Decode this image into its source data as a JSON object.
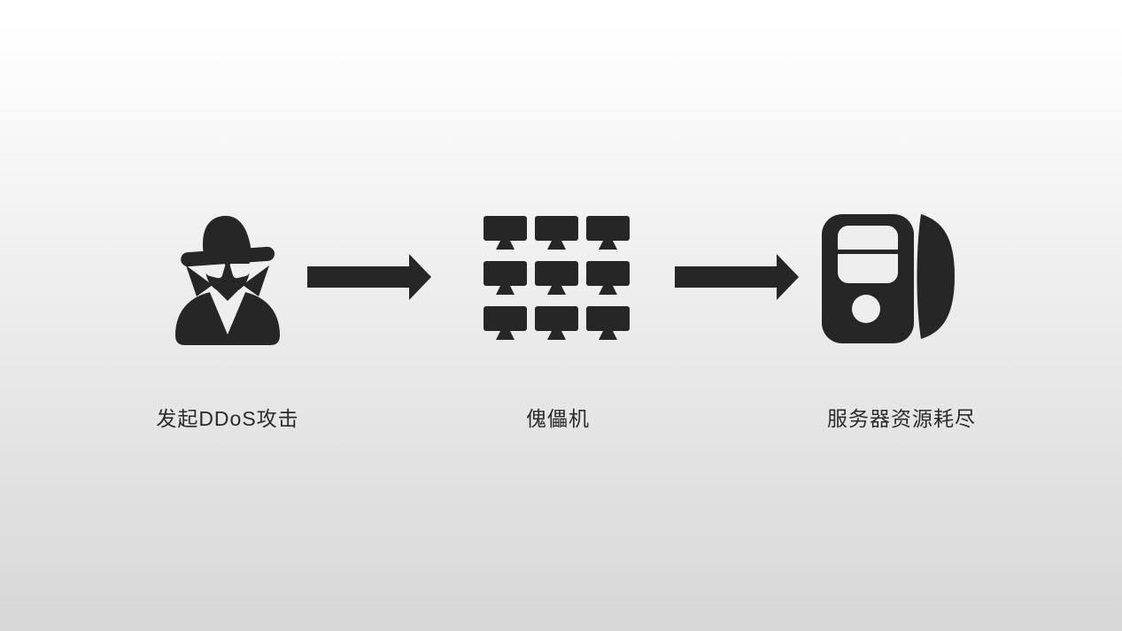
{
  "slide": {
    "background_top_color": "#ffffff",
    "background_bottom_color": "#d7d7d7",
    "icon_color": "#262626",
    "cutout_color": "#eeeeee",
    "text_color": "#2b2b2b"
  },
  "diagram": {
    "nodes": [
      {
        "id": "attacker",
        "icon": "spy-icon",
        "label": "发起DDoS攻击"
      },
      {
        "id": "zombies",
        "icon": "monitor-grid-icon",
        "label": "傀儡机",
        "monitor_count": 9
      },
      {
        "id": "server",
        "icon": "server-icon",
        "label": "服务器资源耗尽"
      }
    ],
    "connectors": [
      {
        "icon": "arrow-right-icon"
      },
      {
        "icon": "arrow-right-icon"
      }
    ]
  }
}
